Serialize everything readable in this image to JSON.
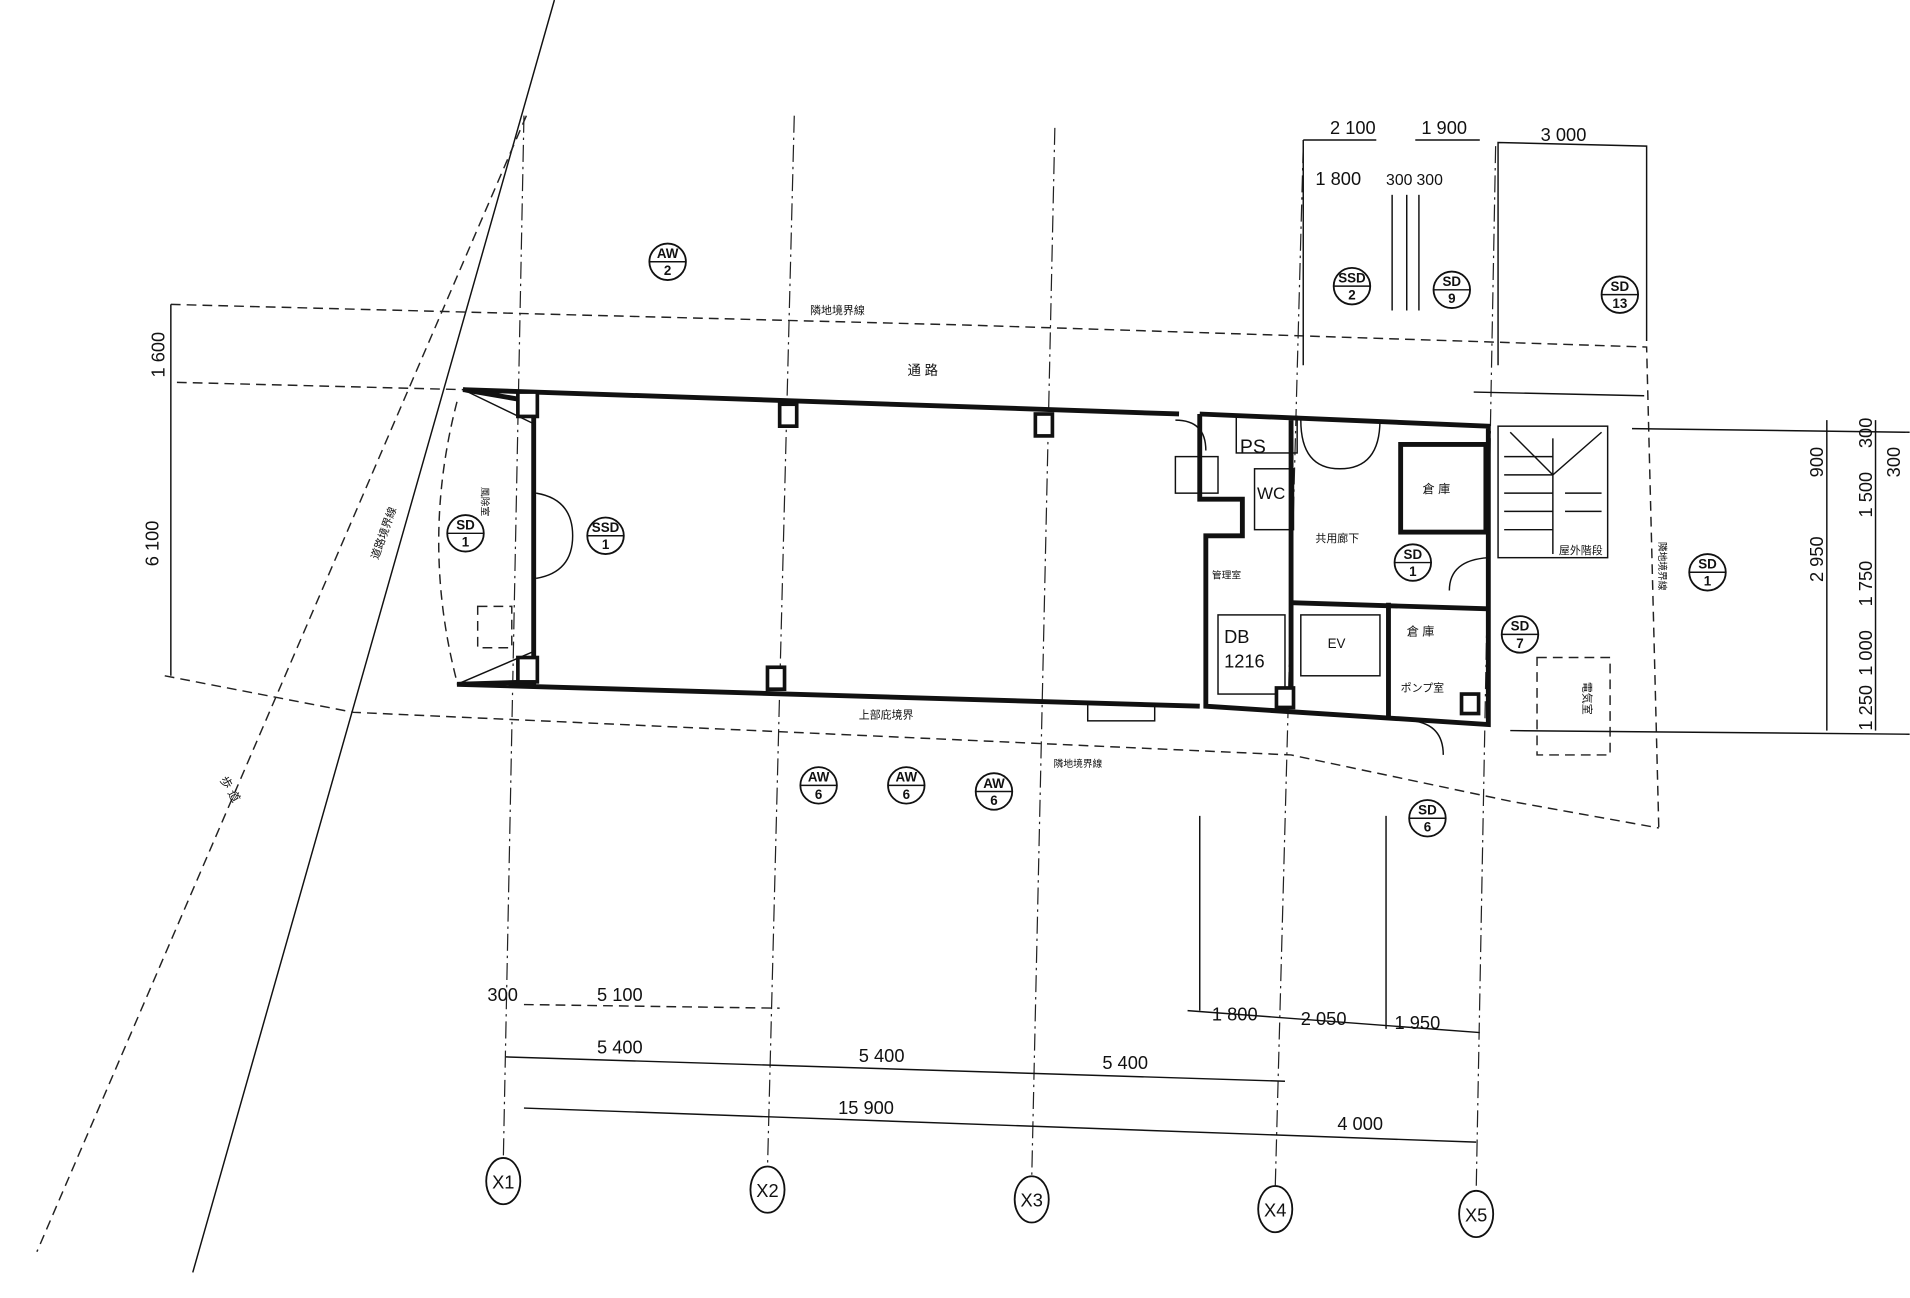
{
  "title": "1F floor plan",
  "grid_axes": [
    "X1",
    "X2",
    "X3",
    "X4",
    "X5"
  ],
  "dims_top": {
    "d1": "2 100",
    "d2": "1 900",
    "d3": "3 000",
    "d4": "1 800",
    "d5": "300",
    "d6": "300"
  },
  "dims_left": {
    "d1": "1 600",
    "d2": "6 100"
  },
  "dims_right": {
    "d1": "900",
    "d2": "300",
    "d3": "300",
    "d4": "1 500",
    "d5": "2 950",
    "d6": "1 750",
    "d7": "1 000",
    "d8": "1 250"
  },
  "dims_bottom": {
    "d1": "300",
    "d2": "5 100",
    "d3": "5 400",
    "d4": "5 400",
    "d5": "5 400",
    "d6": "15 900",
    "d7": "4 000",
    "d8": "1 800",
    "d9": "2 050",
    "d10": "1 950"
  },
  "rooms": {
    "ps": "PS",
    "wc": "WC",
    "db": "DB",
    "db_num": "1216",
    "ev": "EV",
    "corridor": "通 路",
    "hall": "共用廊下",
    "storage1": "倉 庫",
    "storage2": "倉 庫",
    "pump": "ポンプ室",
    "stair": "屋外階段",
    "meter": "電気室",
    "office": "管理室"
  },
  "site_labels": {
    "top_boundary": "隣地境界線",
    "bottom_boundary": "上部庇境界",
    "road_boundary": "道路境界線",
    "sidewalk": "歩 道",
    "entrance": "風除室",
    "adj_bottom": "隣地境界線",
    "right_boundary": "隣地境界線"
  },
  "tags": [
    {
      "type": "AW",
      "num": "2"
    },
    {
      "type": "SSD",
      "num": "2"
    },
    {
      "type": "SD",
      "num": "9"
    },
    {
      "type": "SD",
      "num": "13"
    },
    {
      "type": "SD",
      "num": "1"
    },
    {
      "type": "SSD",
      "num": "1"
    },
    {
      "type": "SD",
      "num": "1"
    },
    {
      "type": "SD",
      "num": "7"
    },
    {
      "type": "SD",
      "num": "1"
    },
    {
      "type": "AW",
      "num": "6"
    },
    {
      "type": "AW",
      "num": "6"
    },
    {
      "type": "AW",
      "num": "6"
    },
    {
      "type": "SD",
      "num": "6"
    }
  ]
}
